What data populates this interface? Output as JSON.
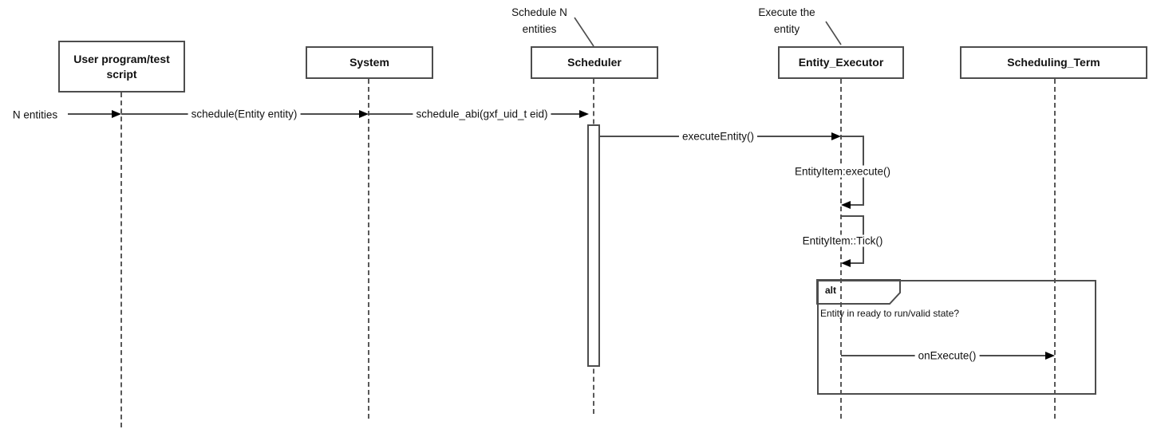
{
  "diagram": {
    "title_hint": "UML sequence diagram of entity scheduling and execution",
    "participants": [
      {
        "label": "User program/test script"
      },
      {
        "label": "System"
      },
      {
        "label": "Scheduler"
      },
      {
        "label": "Entity_Executor"
      },
      {
        "label": "Scheduling_Term"
      }
    ],
    "notes": [
      {
        "text": "Schedule N\nentities"
      },
      {
        "text": "Execute the\nentity"
      }
    ],
    "messages": {
      "n_entities": "N entities",
      "schedule": "schedule(Entity entity)",
      "schedule_abi": "schedule_abi(gxf_uid_t eid)",
      "execute_entity": "executeEntity()",
      "entityitem_execute": "EntityItem:execute()",
      "entityitem_tick": "EntityItem::Tick()",
      "on_execute": "onExecute()"
    },
    "fragment": {
      "operator": "alt",
      "guard": "Entity in ready to run/valid state?"
    },
    "colors": {
      "line": "#4d4d4d",
      "arrowhead": "#000000",
      "text": "#111111",
      "background": "#ffffff"
    }
  }
}
